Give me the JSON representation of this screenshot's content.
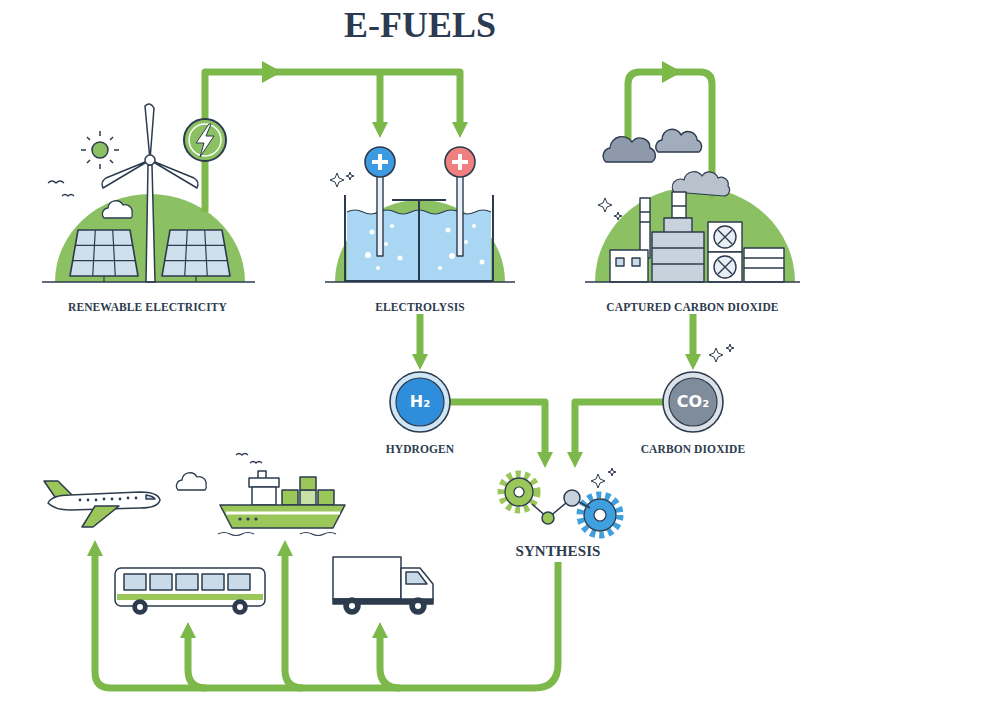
{
  "diagram": {
    "title": "E-FUELS",
    "nodes": [
      {
        "text": [
          "RENEWABLE ELECTRICITY"
        ]
      },
      {
        "text": [
          "ELECTROLYSIS"
        ]
      },
      {
        "text": [
          "CAPTURED CARBON DIOXIDE"
        ]
      },
      {
        "text": [
          "H₂",
          "HYDROGEN"
        ]
      },
      {
        "text": [
          "CO₂",
          "CARBON DIOXIDE"
        ]
      },
      {
        "text": [
          "SYNTHESIS"
        ]
      }
    ],
    "edges": [
      {
        "from": 0,
        "to": 1,
        "arrow": "to"
      },
      {
        "from": 1,
        "to": 3,
        "arrow": "to"
      },
      {
        "from": 2,
        "to": 4,
        "arrow": "to"
      },
      {
        "from": 3,
        "to": 5,
        "arrow": "to"
      },
      {
        "from": 4,
        "to": 5,
        "arrow": "to"
      }
    ]
  }
}
